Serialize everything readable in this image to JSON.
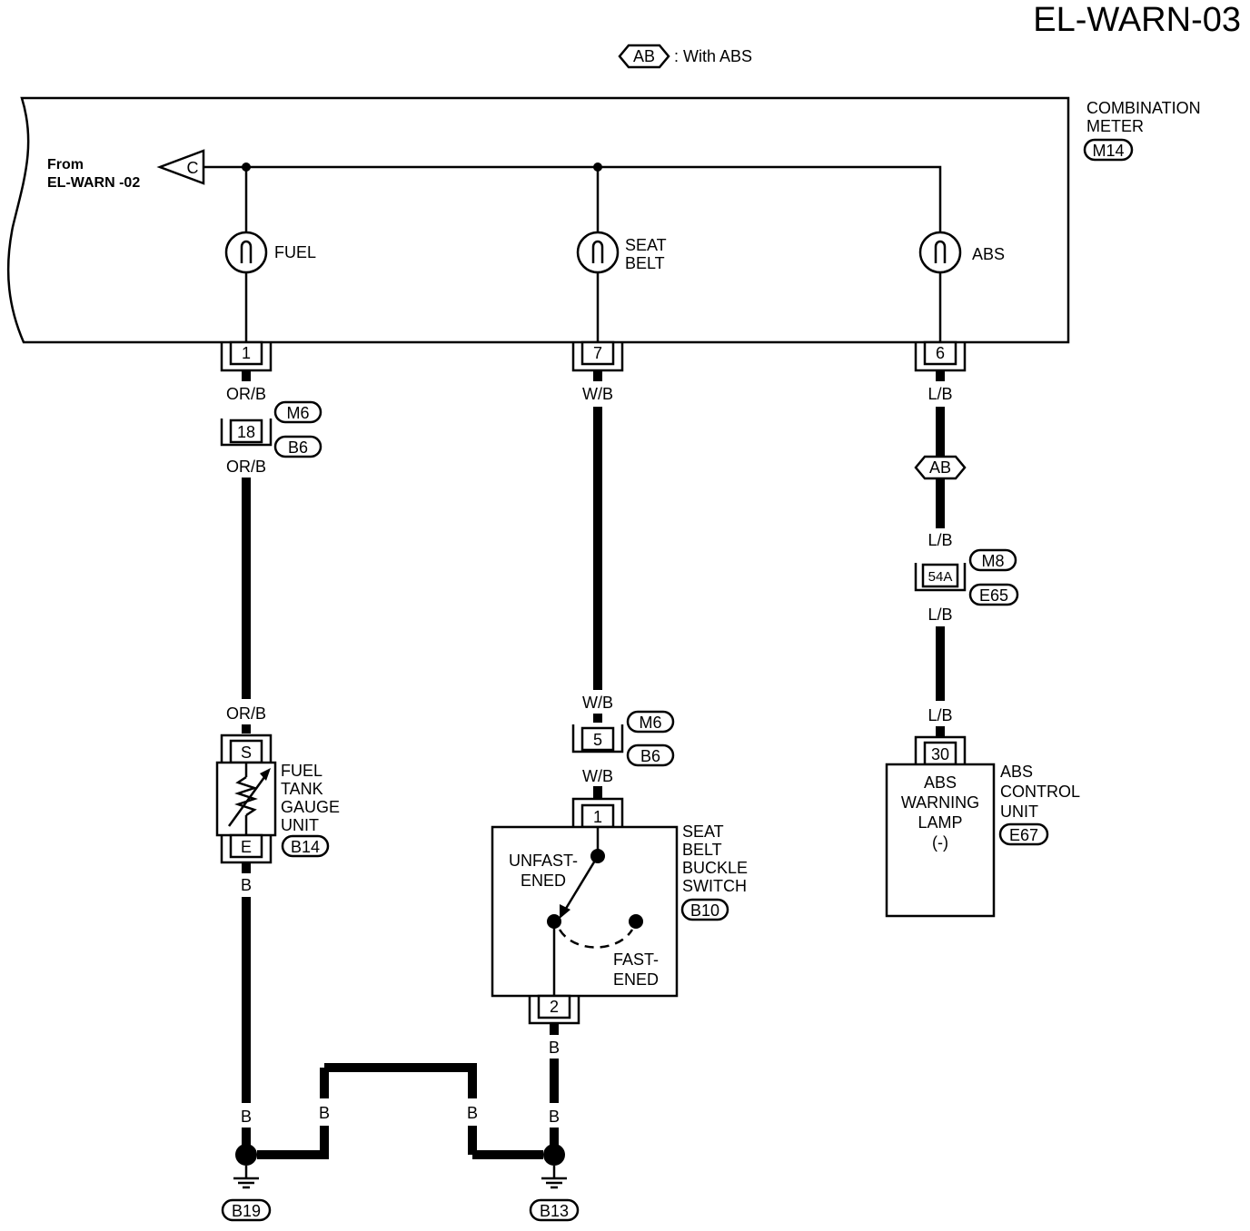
{
  "page": {
    "title": "EL-WARN-03",
    "legend": {
      "symbol": "AB",
      "text": ": With ABS"
    }
  },
  "combination_meter": {
    "label_line1": "COMBINATION",
    "label_line2": "METER",
    "connector": "M14",
    "from_line1": "From",
    "from_line2": "EL-WARN -02",
    "junction": "C",
    "lamps": [
      {
        "label_line1": "FUEL",
        "label_line2": ""
      },
      {
        "label_line1": "SEAT",
        "label_line2": "BELT"
      },
      {
        "label_line1": "ABS",
        "label_line2": ""
      }
    ],
    "pins": [
      "1",
      "7",
      "6"
    ]
  },
  "fuel_circuit": {
    "wire_color": "OR/B",
    "joint_pin": "18",
    "joint_conn_1": "M6",
    "joint_conn_2": "B6",
    "gauge_pin_top": "S",
    "gauge_pin_bottom": "E",
    "gauge_label": [
      "FUEL",
      "TANK",
      "GAUGE",
      "UNIT"
    ],
    "gauge_conn": "B14",
    "ground_wire": "B",
    "ground": "B19"
  },
  "seatbelt_circuit": {
    "wire_color": "W/B",
    "joint_pin": "5",
    "joint_conn_1": "M6",
    "joint_conn_2": "B6",
    "switch_pin_top": "1",
    "switch_pin_bottom": "2",
    "switch_label": [
      "SEAT",
      "BELT",
      "BUCKLE",
      "SWITCH"
    ],
    "switch_conn": "B10",
    "state_unfastened": [
      "UNFAST-",
      "ENED"
    ],
    "state_fastened": [
      "FAST-",
      "ENED"
    ],
    "ground_wire": "B",
    "ground": "B13"
  },
  "abs_circuit": {
    "wire_color": "L/B",
    "option_symbol": "AB",
    "joint_pin": "54A",
    "joint_conn_1": "M8",
    "joint_conn_2": "E65",
    "unit_pin": "30",
    "unit_inner": [
      "ABS",
      "WARNING",
      "LAMP",
      "(-)"
    ],
    "unit_label": [
      "ABS",
      "CONTROL",
      "UNIT"
    ],
    "unit_conn": "E67"
  },
  "ground_bridge": {
    "wire_color": "B"
  }
}
